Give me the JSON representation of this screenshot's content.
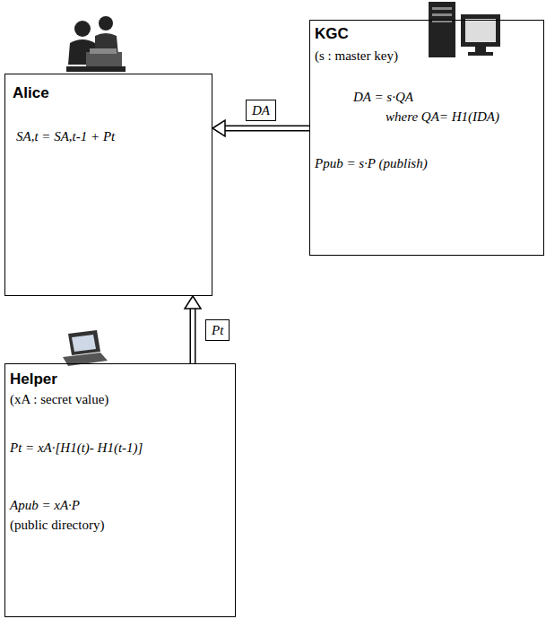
{
  "diagram": {
    "nodes": [
      {
        "text": [
          "Alice",
          "SA,t = SA,t-1 + Pt"
        ]
      },
      {
        "text": [
          "KGC",
          "(s : master key)",
          "DA = s·QA",
          "where QA= H1(IDA)",
          "Ppub = s·P (publish)"
        ]
      },
      {
        "text": [
          "Helper",
          "(xA : secret value)",
          "Pt = xA·[H1(t)- H1(t-1)]",
          "Apub = xA·P",
          "(public directory)"
        ]
      }
    ],
    "edges": [
      {
        "from": 1,
        "to": 0,
        "arrow": "to",
        "label": "DA"
      },
      {
        "from": 2,
        "to": 0,
        "arrow": "to",
        "label": "Pt"
      }
    ]
  }
}
